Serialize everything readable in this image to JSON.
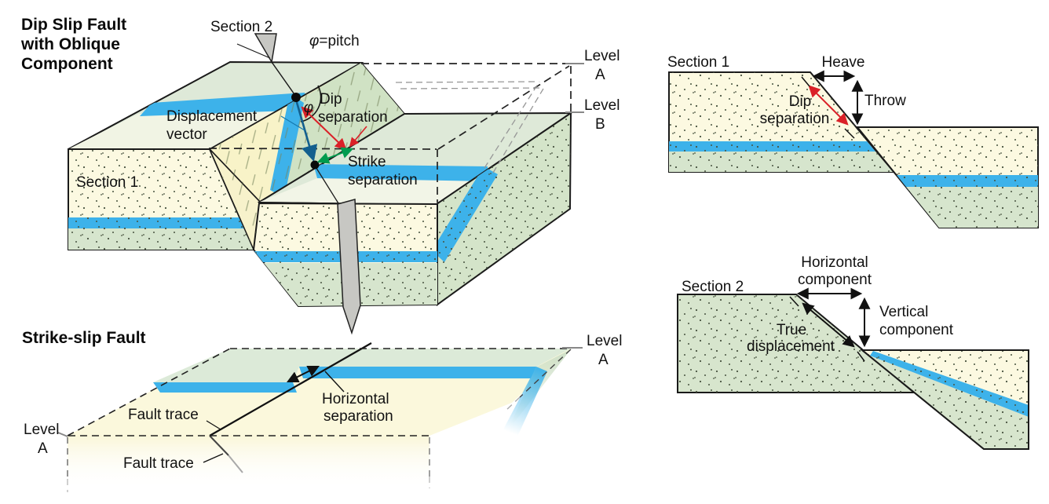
{
  "main": {
    "title_line1": "Dip Slip Fault",
    "title_line2": "with Oblique",
    "title_line3": "Component",
    "section2_plane_label": "Section 2",
    "phi": "φ",
    "pitch_suffix": "=pitch",
    "phi_angle": "φ",
    "displacement_line1": "Displacement",
    "displacement_line2": "vector",
    "dip_sep_line1": "Dip",
    "dip_sep_line2": "separation",
    "strike_sep_line1": "Strike",
    "strike_sep_line2": "separation",
    "section1_face_label": "Section 1",
    "level_a_word": "Level",
    "level_a_letter": "A",
    "level_b_word": "Level",
    "level_b_letter": "B"
  },
  "strike_slip": {
    "title": "Strike-slip Fault",
    "fault_trace_top": "Fault trace",
    "fault_trace_front": "Fault trace",
    "hsep_line1": "Horizontal",
    "hsep_line2": "separation",
    "level_a_left_word": "Level",
    "level_a_left_letter": "A",
    "level_a_right_word": "Level",
    "level_a_right_letter": "A"
  },
  "section1": {
    "title": "Section 1",
    "heave": "Heave",
    "throw_label": "Throw",
    "dip_sep_line1": "Dip",
    "dip_sep_line2": "separation"
  },
  "section2": {
    "title": "Section 2",
    "hcomp_line1": "Horizontal",
    "hcomp_line2": "component",
    "vcomp_line1": "Vertical",
    "vcomp_line2": "component",
    "true_line1": "True",
    "true_line2": "displacement"
  },
  "colors": {
    "stripe_blue": "#3db2ea",
    "red": "#da2128",
    "green": "#009b4e",
    "label_blue": "#1679ae",
    "vector_blue": "#135f8e",
    "sage": "#dee9d8",
    "cream": "#fcf9e1",
    "unit_green": "#d6e5cd",
    "fault_yellow": "#f8f3c8",
    "fault_green": "#d0e2c4",
    "gray_plane": "#c7c7c3"
  }
}
